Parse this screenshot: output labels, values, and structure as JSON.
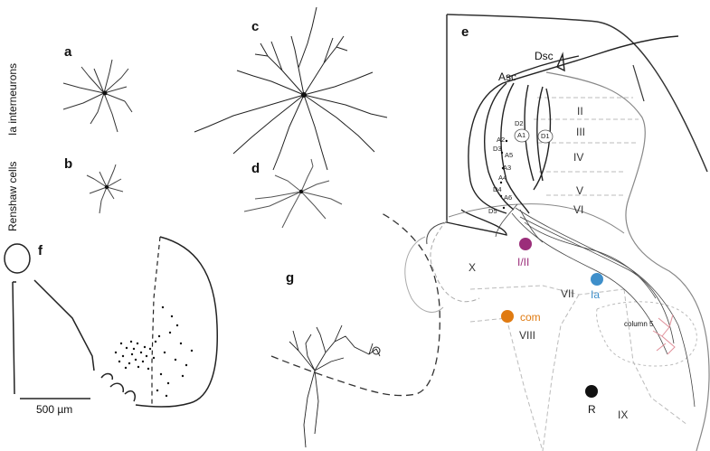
{
  "panels": {
    "a": "a",
    "b": "b",
    "c": "c",
    "d": "d",
    "e": "e",
    "f": "f",
    "g": "g"
  },
  "side_labels": {
    "ia_interneurons": "Ia interneurons",
    "renshaw_cells": "Renshaw cells"
  },
  "scale_bar": {
    "label": "500 µm"
  },
  "tracts": {
    "asc": "Asc",
    "dsc": "Dsc"
  },
  "laminae": [
    "II",
    "III",
    "IV",
    "V",
    "VI",
    "VII",
    "VIII",
    "IX",
    "X"
  ],
  "branch_labels": [
    "D2",
    "A1",
    "D1",
    "A2",
    "D3",
    "A5",
    "A3",
    "A4",
    "D4",
    "A6",
    "D5"
  ],
  "column_label": "column 5",
  "markers": [
    {
      "label": "I/II",
      "color": "#9b2e7a"
    },
    {
      "label": "Ia",
      "color": "#3f8fca"
    },
    {
      "label": "com",
      "color": "#e07b12"
    },
    {
      "label": "R",
      "color": "#111111"
    }
  ]
}
